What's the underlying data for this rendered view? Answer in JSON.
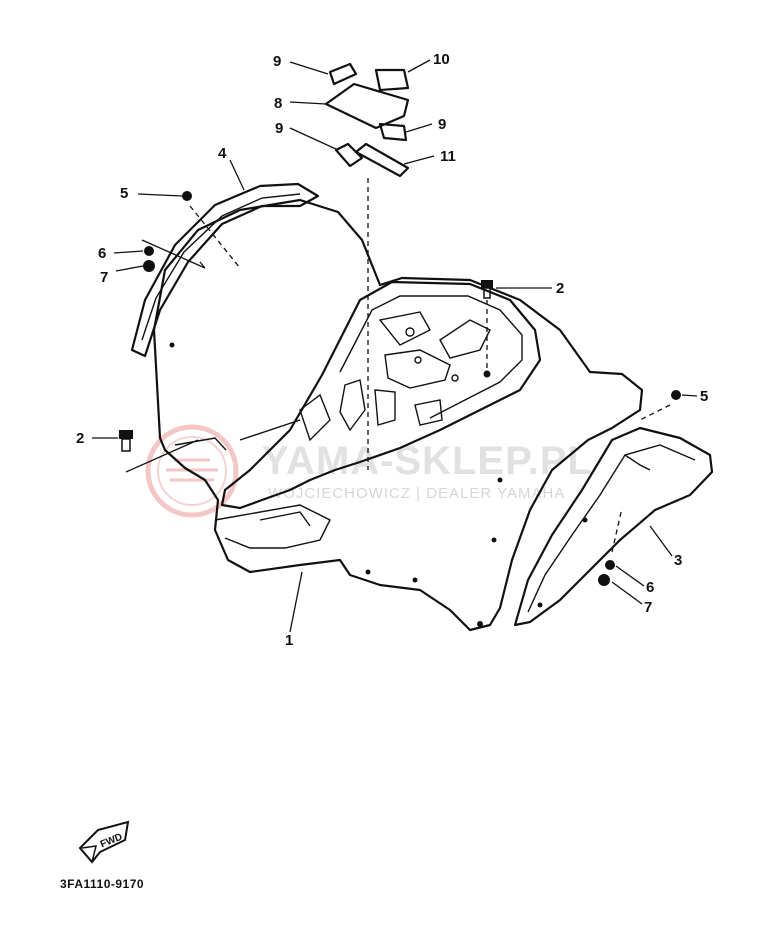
{
  "diagram": {
    "part_code": "3FA1110-9170",
    "forward_arrow_label": "FWD",
    "watermark": {
      "title": "YAMA-SKLEP.PL",
      "subtitle": "WOJCIECHOWICZ | DEALER YAMAHA"
    },
    "callouts": {
      "c1": "1",
      "c2_right": "2",
      "c2_left": "2",
      "c3": "3",
      "c4": "4",
      "c5_left": "5",
      "c5_right": "5",
      "c6_left": "6",
      "c6_right": "6",
      "c7_left": "7",
      "c7_right": "7",
      "c8": "8",
      "c9_top": "9",
      "c9_mid": "9",
      "c9_right": "9",
      "c10": "10",
      "c11": "11"
    }
  }
}
